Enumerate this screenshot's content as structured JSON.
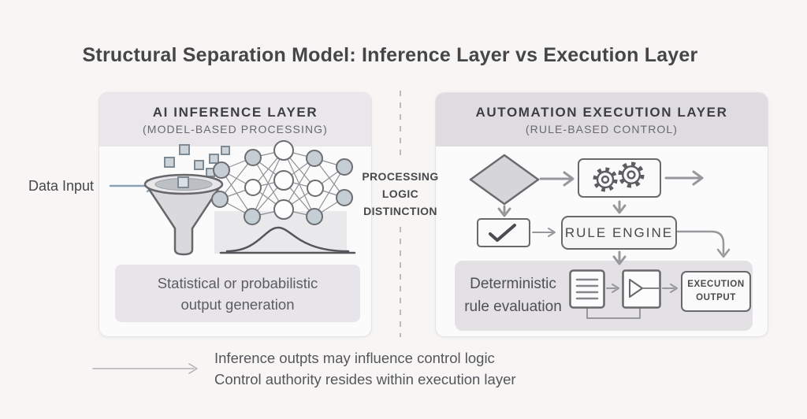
{
  "title": "Structural Separation Model: Inference Layer vs Execution Layer",
  "left_panel": {
    "header": "AI INFERENCE LAYER",
    "subheader": "(MODEL-BASED PROCESSING)",
    "data_input_label": "Data Input",
    "output_caption_line1": "Statistical or probabilistic",
    "output_caption_line2": "output generation",
    "icons": [
      "funnel-icon",
      "neural-network-icon",
      "bell-curve-icon"
    ]
  },
  "divider": {
    "label_line1": "PROCESSING",
    "label_line2": "LOGIC",
    "label_line3": "DISTINCTION"
  },
  "right_panel": {
    "header": "AUTOMATION EXECUTION LAYER",
    "subheader": "(RULE-BASED CONTROL)",
    "rule_engine_label": "RULE ENGINE",
    "evaluation_caption_line1": "Deterministic",
    "evaluation_caption_line2": "rule evaluation",
    "execution_output_line1": "EXECUTION",
    "execution_output_line2": "OUTPUT",
    "icons": [
      "decision-diamond-icon",
      "gears-icon",
      "checkmark-icon",
      "document-icon",
      "merge-gate-icon"
    ]
  },
  "legend": {
    "line1": "Inference outpts may influence control logic",
    "line2": "Control authority resides within execution layer"
  },
  "colors": {
    "background": "#f8f6f4",
    "left_header": "#e9e7ea",
    "right_header": "#dedce0",
    "grey_box": "#e5e3e7",
    "shape_stroke": "#68686d",
    "flow_arrow": "#98979b",
    "data_input_arrow": "#8aa2b4",
    "legend_arrow": "#b3b1b3",
    "title_text": "#464648",
    "body_text": "#55555b"
  }
}
